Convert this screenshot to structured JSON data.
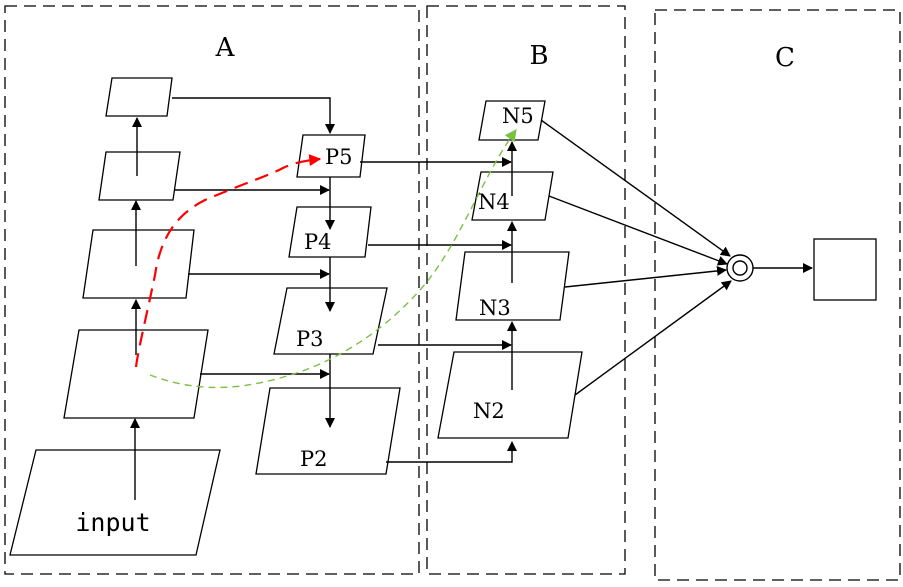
{
  "diagram": {
    "regions": {
      "a": "A",
      "b": "B",
      "c": "C"
    },
    "backbone": {
      "input": "input"
    },
    "pyramid": {
      "p5": "P5",
      "p4": "P4",
      "p3": "P3",
      "p2": "P2"
    },
    "bottom_up": {
      "n5": "N5",
      "n4": "N4",
      "n3": "N3",
      "n2": "N2"
    },
    "path_colors": {
      "red_path": "#ff0000",
      "green_path": "#7ac143"
    }
  }
}
